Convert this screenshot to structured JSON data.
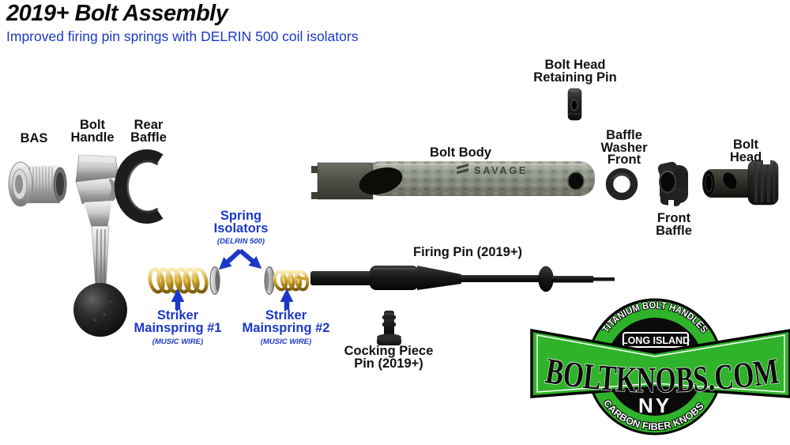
{
  "header": {
    "title": "2019+ Bolt Assembly",
    "subtitle": "Improved firing pin springs with DELRIN 500 coil isolators"
  },
  "labels": {
    "bas": "BAS",
    "bolt_handle": "Bolt\nHandle",
    "rear_baffle": "Rear\nBaffle",
    "bolt_body": "Bolt Body",
    "bolt_head_retaining_pin": "Bolt Head\nRetaining Pin",
    "baffle_washer_front": "Baffle\nWasher\nFront",
    "bolt_head": "Bolt Head",
    "front_baffle": "Front\nBaffle",
    "spring_isolators": "Spring\nIsolators",
    "spring_isolators_note": "(DELRIN 500)",
    "striker_mainspring_1": "Striker\nMainspring #1",
    "striker_mainspring_1_note": "(MUSIC WIRE)",
    "striker_mainspring_2": "Striker\nMainspring #2",
    "striker_mainspring_2_note": "(MUSIC WIRE)",
    "firing_pin": "Firing Pin (2019+)",
    "cocking_piece_pin": "Cocking Piece\nPin (2019+)"
  },
  "engravings": {
    "bolt_body_brand": "SAVAGE"
  },
  "logo": {
    "top_arc": "TITANIUM BOLT HANDLES",
    "region": "LONG ISLAND",
    "site": "BOLTKNOBS.COM",
    "state": "NY",
    "bottom_arc": "CARBON FIBER KNOBS"
  },
  "colors": {
    "accent_blue": "#1c38c9",
    "logo_green": "#2fb32a"
  }
}
